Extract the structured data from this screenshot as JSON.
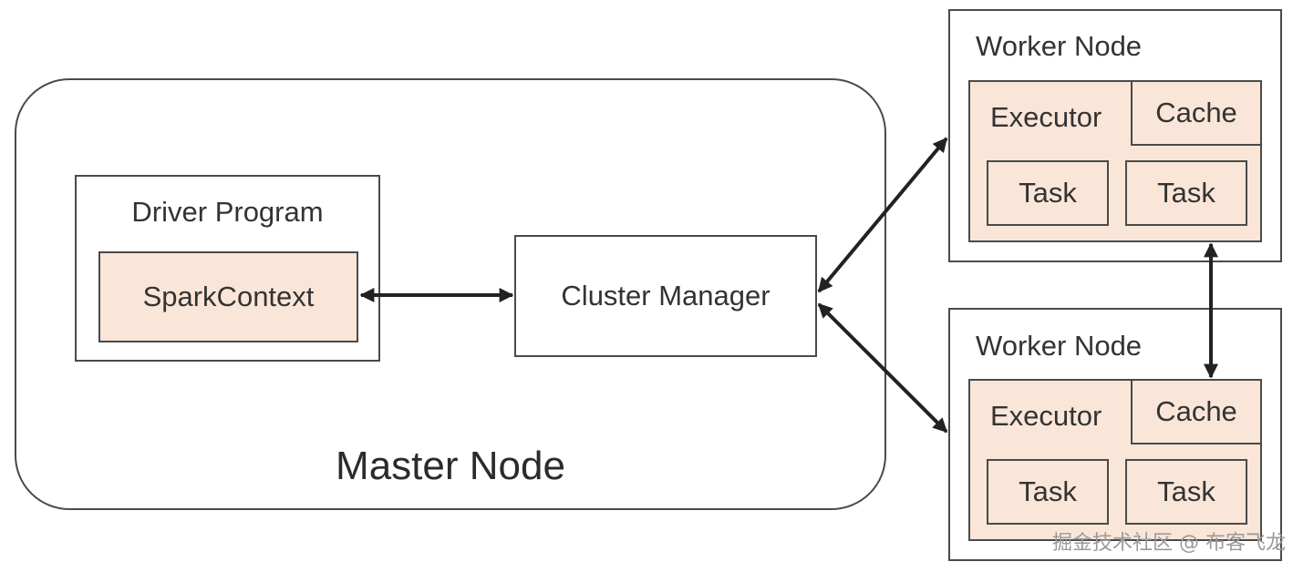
{
  "master": {
    "label": "Master Node"
  },
  "driver": {
    "title": "Driver Program",
    "context": "SparkContext"
  },
  "cluster_manager": {
    "label": "Cluster Manager"
  },
  "workers": [
    {
      "title": "Worker Node",
      "executor": "Executor",
      "cache": "Cache",
      "tasks": [
        "Task",
        "Task"
      ]
    },
    {
      "title": "Worker Node",
      "executor": "Executor",
      "cache": "Cache",
      "tasks": [
        "Task",
        "Task"
      ]
    }
  ],
  "colors": {
    "box_fill": "#ffffff",
    "component_fill": "#fae6d8",
    "border": "#4a4a4a",
    "arrow": "#222222",
    "watermark": "#9a9a9a"
  },
  "watermark": "掘金技术社区 @ 布客飞龙"
}
